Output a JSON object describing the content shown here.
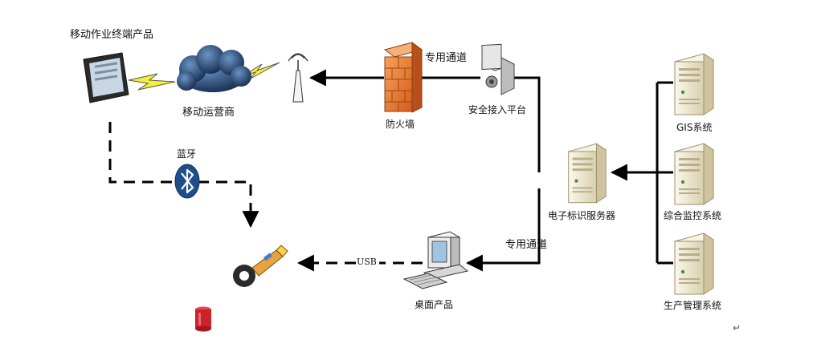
{
  "labels": {
    "mobile_terminal": "移动作业终端产品",
    "mobile_operator": "移动运营商",
    "bluetooth": "蓝牙",
    "firewall": "防火墙",
    "dedicated_channel_top": "专用通道",
    "security_access_platform": "安全接入平台",
    "e_id_server": "电子标识服务器",
    "dedicated_channel_bottom": "专用通道",
    "usb": "USB",
    "desktop_product": "桌面产品",
    "gis_system": "GIS系统",
    "integrated_monitoring": "综合监控系统",
    "production_management": "生产管理系统",
    "return_mark": "↵"
  },
  "colors": {
    "line": "#000000",
    "firewall": "#e8772e",
    "server": "#ece5cc",
    "cloud": "#1f3d66",
    "lightning": "#f2f03a",
    "bluetooth": "#1e4f8c",
    "tag": "#cc2229"
  }
}
